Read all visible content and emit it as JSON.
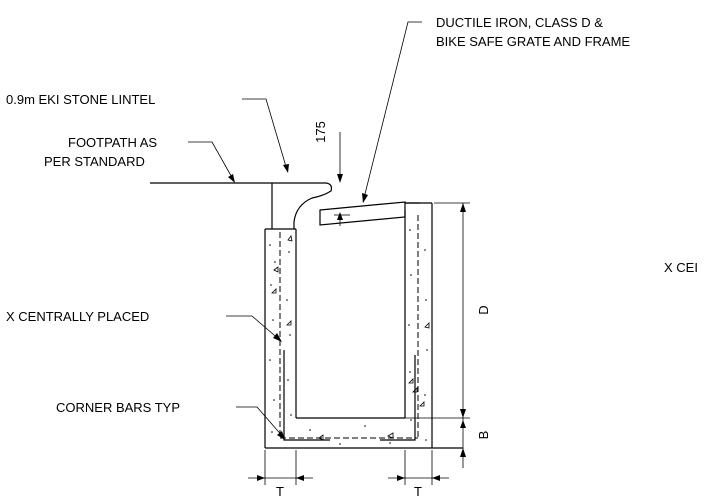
{
  "labels": {
    "grate": "DUCTILE IRON, CLASS D &",
    "grate_line2": "BIKE SAFE GRATE AND FRAME",
    "lintel": "0.9m EKI STONE LINTEL",
    "footpath": "FOOTPATH AS",
    "footpath_line2": "PER STANDARD",
    "x_placed": "X CENTRALLY PLACED",
    "corner_bars": "CORNER BARS TYP",
    "x_cut": "X CEI"
  },
  "dimensions": {
    "d175": "175",
    "D": "D",
    "B": "B",
    "T_left": "T",
    "T_right": "T"
  }
}
